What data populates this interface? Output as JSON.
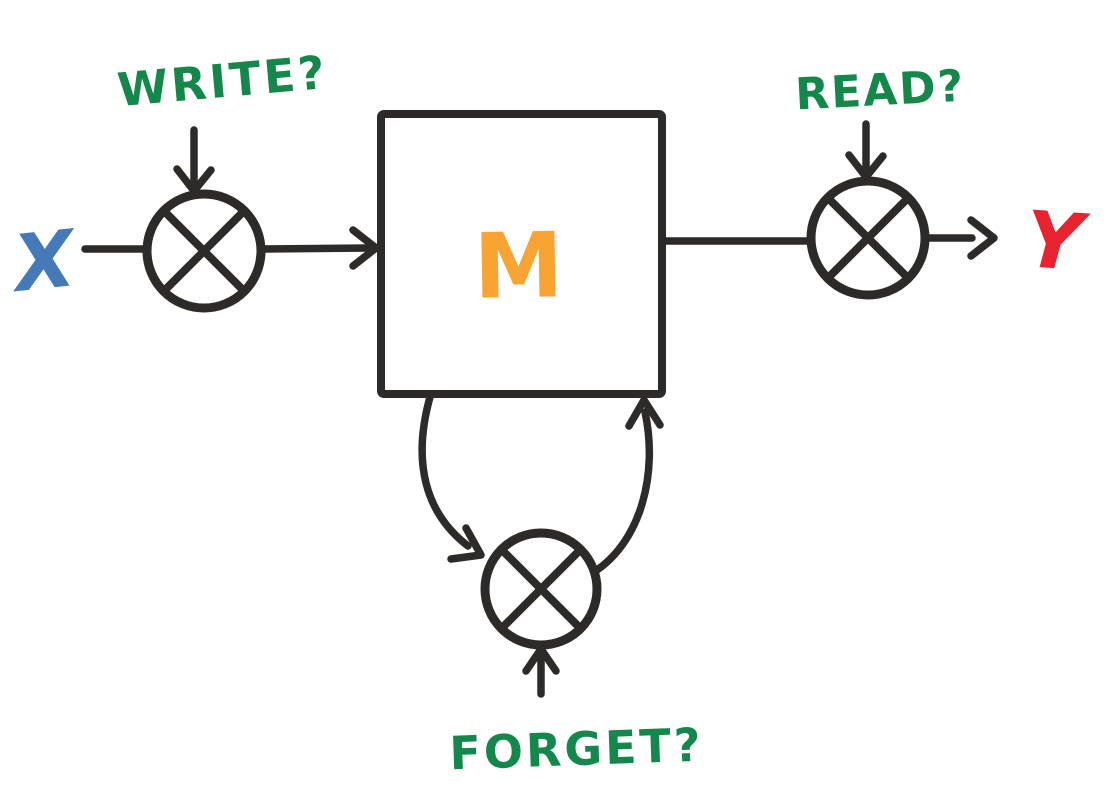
{
  "title": "Memory cell gating diagram",
  "colors": {
    "background": "#ffffff",
    "ink": "#2d2b29",
    "green": "#14884a",
    "blue": "#4679b8",
    "red": "#e8222f",
    "orange": "#f7a433"
  },
  "labels": {
    "input": "X",
    "output": "Y",
    "memory": "M",
    "write": "WRITE?",
    "read": "READ?",
    "forget": "FORGET?"
  },
  "diagram": {
    "type": "hand-drawn flow diagram",
    "nodes": [
      {
        "id": "input",
        "kind": "label",
        "text": "X"
      },
      {
        "id": "write-gate",
        "kind": "multiplicative-gate",
        "symbol": "circle-with-x",
        "control": "WRITE?"
      },
      {
        "id": "memory",
        "kind": "box",
        "text": "M"
      },
      {
        "id": "read-gate",
        "kind": "multiplicative-gate",
        "symbol": "circle-with-x",
        "control": "READ?"
      },
      {
        "id": "output",
        "kind": "label",
        "text": "Y"
      },
      {
        "id": "forget-gate",
        "kind": "multiplicative-gate",
        "symbol": "circle-with-x",
        "control": "FORGET?"
      }
    ],
    "edges": [
      {
        "from": "input",
        "to": "write-gate",
        "arrow": false
      },
      {
        "from": "write-gate",
        "to": "memory",
        "arrow": true
      },
      {
        "from": "write-control",
        "to": "write-gate",
        "arrow": true
      },
      {
        "from": "memory",
        "to": "read-gate",
        "arrow": false
      },
      {
        "from": "read-control",
        "to": "read-gate",
        "arrow": true
      },
      {
        "from": "read-gate",
        "to": "output",
        "arrow": true
      },
      {
        "from": "memory-bottom",
        "to": "forget-gate",
        "arrow": true,
        "shape": "curve-down-left"
      },
      {
        "from": "forget-gate",
        "to": "memory-bottom",
        "arrow": true,
        "shape": "curve-up-right"
      },
      {
        "from": "forget-control",
        "to": "forget-gate",
        "arrow": true
      }
    ]
  }
}
